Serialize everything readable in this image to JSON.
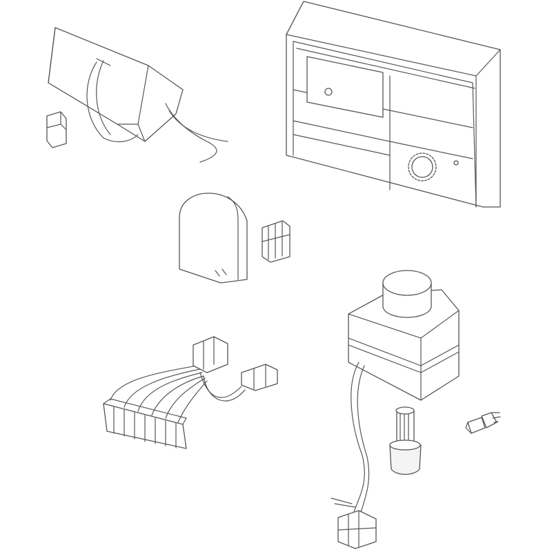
{
  "figure": {
    "colors": {
      "line": "#555555",
      "background": "#ffffff"
    },
    "parts": [
      "terminal-cover",
      "small-connector",
      "controller-unit",
      "sensor-housing",
      "terminal-block",
      "wiring-harness",
      "actuator-motor",
      "actuator-connector",
      "bushing",
      "screw-fitting"
    ]
  }
}
